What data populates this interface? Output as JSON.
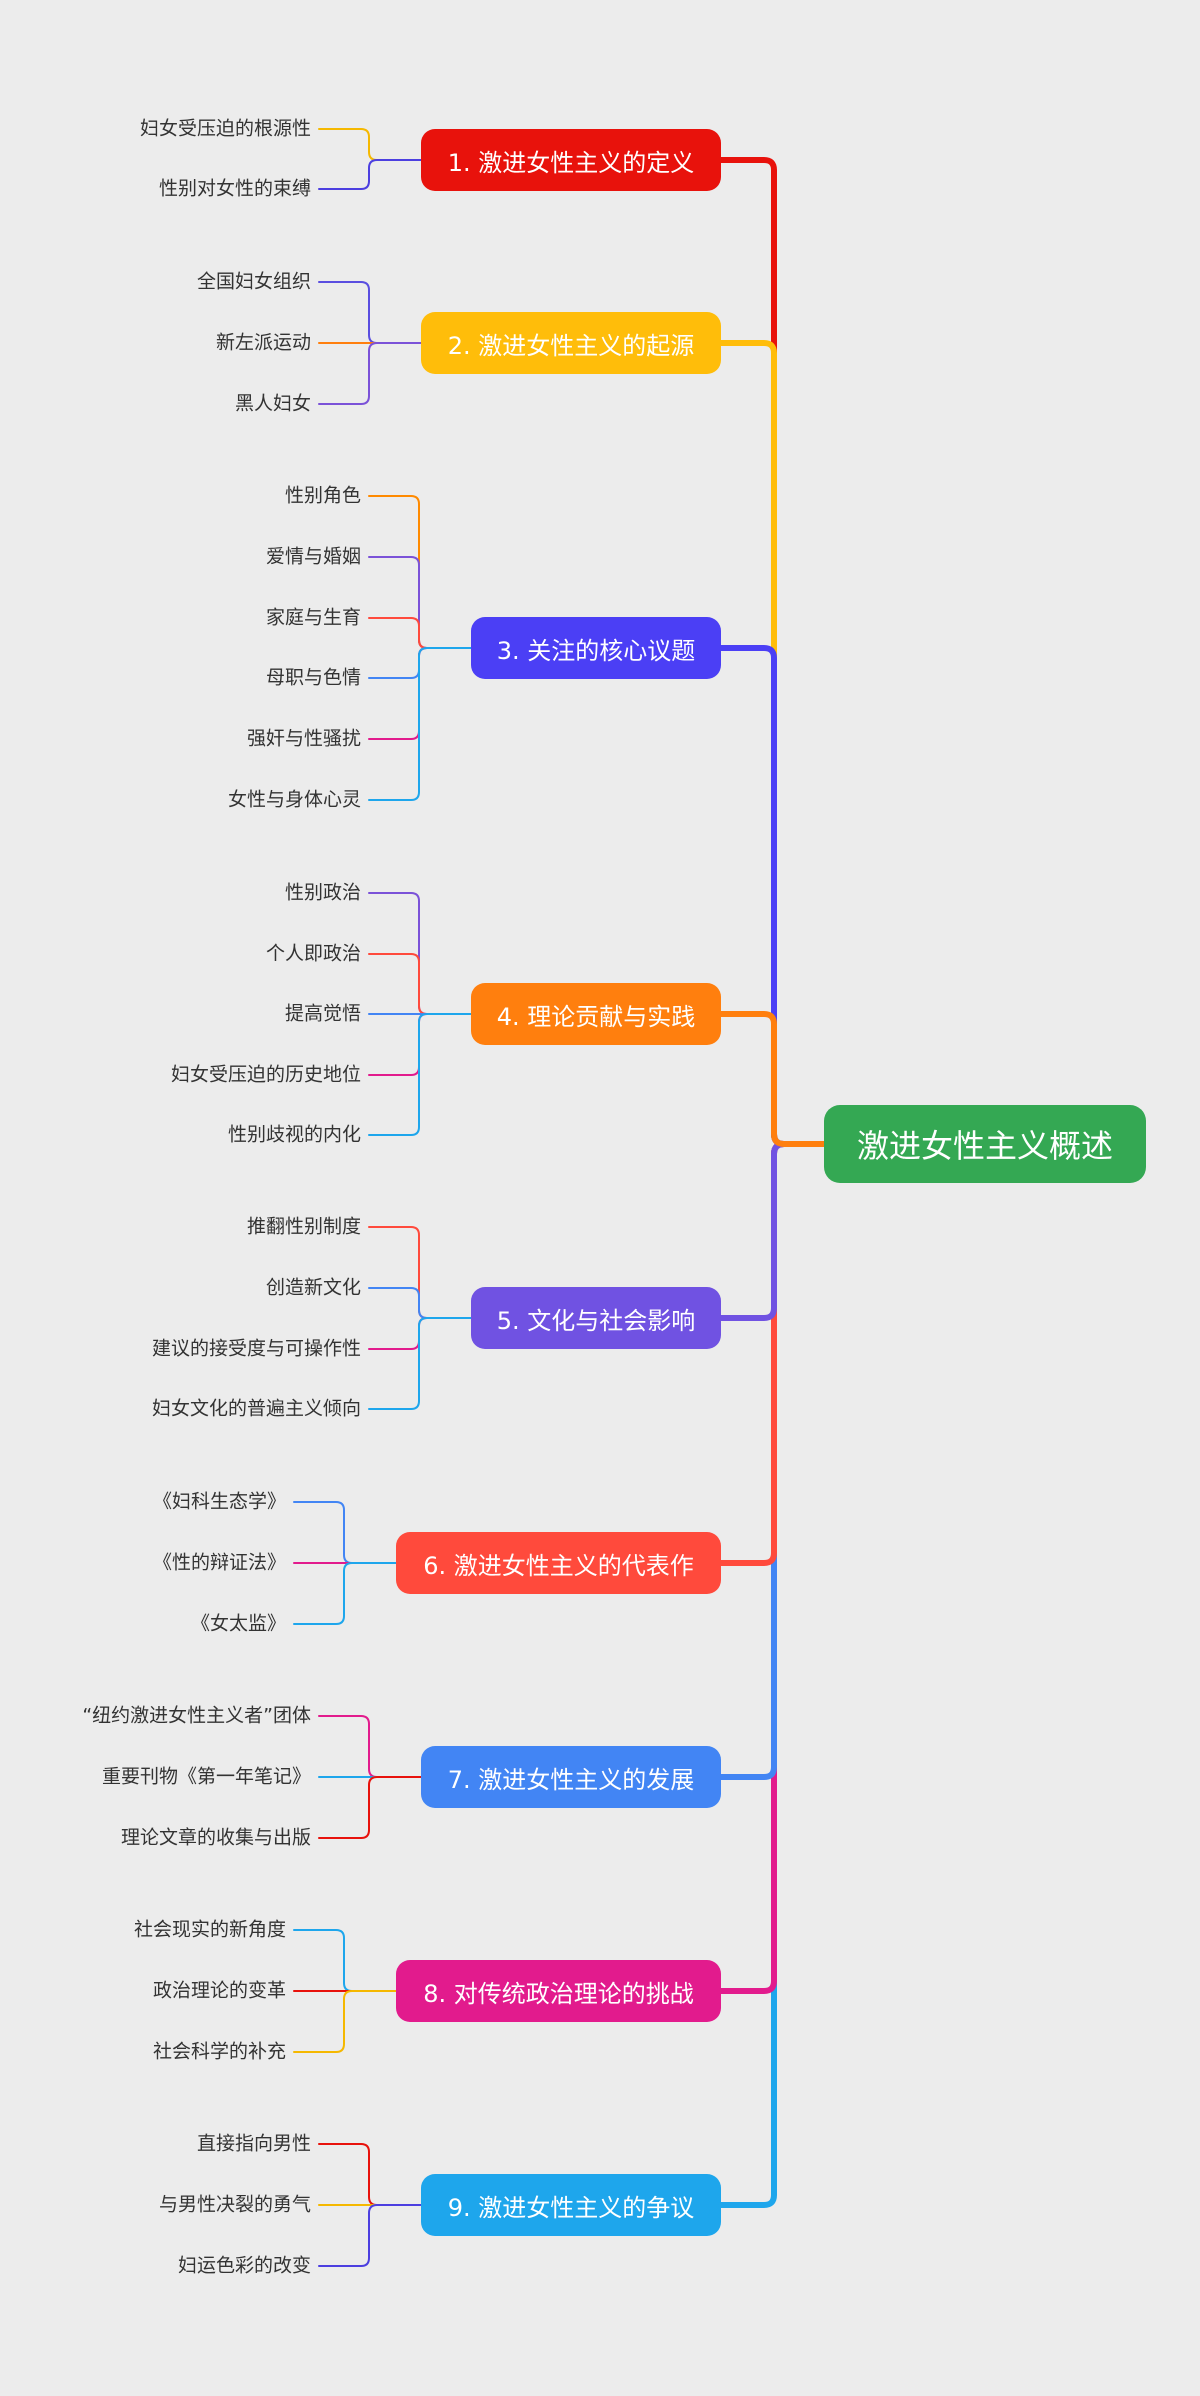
{
  "root": {
    "label": "激进女性主义概述",
    "color": "#34a853"
  },
  "branches": [
    {
      "label": "1. 激进女性主义的定义",
      "color": "#e8120c",
      "leaves": [
        {
          "label": "妇女受压迫的根源性",
          "color": "#f5b800"
        },
        {
          "label": "性别对女性的束缚",
          "color": "#4c3fe0"
        }
      ]
    },
    {
      "label": "2. 激进女性主义的起源",
      "color": "#ffbd0a",
      "leaves": [
        {
          "label": "全国妇女组织",
          "color": "#5a4ee0"
        },
        {
          "label": "新左派运动",
          "color": "#ff7f0e"
        },
        {
          "label": "黑人妇女",
          "color": "#7b52d8"
        }
      ]
    },
    {
      "label": "3. 关注的核心议题",
      "color": "#4b3ff5",
      "leaves": [
        {
          "label": "性别角色",
          "color": "#ff8a00"
        },
        {
          "label": "爱情与婚姻",
          "color": "#7b52d8"
        },
        {
          "label": "家庭与生育",
          "color": "#ff4a3c"
        },
        {
          "label": "母职与色情",
          "color": "#4285f4"
        },
        {
          "label": "强奸与性骚扰",
          "color": "#e21b8d"
        },
        {
          "label": "女性与身体心灵",
          "color": "#1ea6ec"
        }
      ]
    },
    {
      "label": "4. 理论贡献与实践",
      "color": "#ff7f0e",
      "leaves": [
        {
          "label": "性别政治",
          "color": "#7b52d8"
        },
        {
          "label": "个人即政治",
          "color": "#ff4a3c"
        },
        {
          "label": "提高觉悟",
          "color": "#4285f4"
        },
        {
          "label": "妇女受压迫的历史地位",
          "color": "#e21b8d"
        },
        {
          "label": "性别歧视的内化",
          "color": "#1ea6ec"
        }
      ]
    },
    {
      "label": "5. 文化与社会影响",
      "color": "#7052e2",
      "leaves": [
        {
          "label": "推翻性别制度",
          "color": "#ff4a3c"
        },
        {
          "label": "创造新文化",
          "color": "#4285f4"
        },
        {
          "label": "建议的接受度与可操作性",
          "color": "#e21b8d"
        },
        {
          "label": "妇女文化的普遍主义倾向",
          "color": "#1ea6ec"
        }
      ]
    },
    {
      "label": "6. 激进女性主义的代表作",
      "color": "#ff4a3c",
      "leaves": [
        {
          "label": "《妇科生态学》",
          "color": "#4285f4"
        },
        {
          "label": "《性的辩证法》",
          "color": "#e21b8d"
        },
        {
          "label": "《女太监》",
          "color": "#1ea6ec"
        }
      ]
    },
    {
      "label": "7. 激进女性主义的发展",
      "color": "#4285f4",
      "leaves": [
        {
          "label": "“纽约激进女性主义者”团体",
          "color": "#e21b8d"
        },
        {
          "label": "重要刊物《第一年笔记》",
          "color": "#1ea6ec"
        },
        {
          "label": "理论文章的收集与出版",
          "color": "#e8120c"
        }
      ]
    },
    {
      "label": "8. 对传统政治理论的挑战",
      "color": "#e21b8d",
      "leaves": [
        {
          "label": "社会现实的新角度",
          "color": "#1ea6ec"
        },
        {
          "label": "政治理论的变革",
          "color": "#e8120c"
        },
        {
          "label": "社会科学的补充",
          "color": "#f5b800"
        }
      ]
    },
    {
      "label": "9. 激进女性主义的争议",
      "color": "#1ea6ec",
      "leaves": [
        {
          "label": "直接指向男性",
          "color": "#e8120c"
        },
        {
          "label": "与男性决裂的勇气",
          "color": "#f5b800"
        },
        {
          "label": "妇运色彩的改变",
          "color": "#4c3fe0"
        }
      ]
    }
  ]
}
